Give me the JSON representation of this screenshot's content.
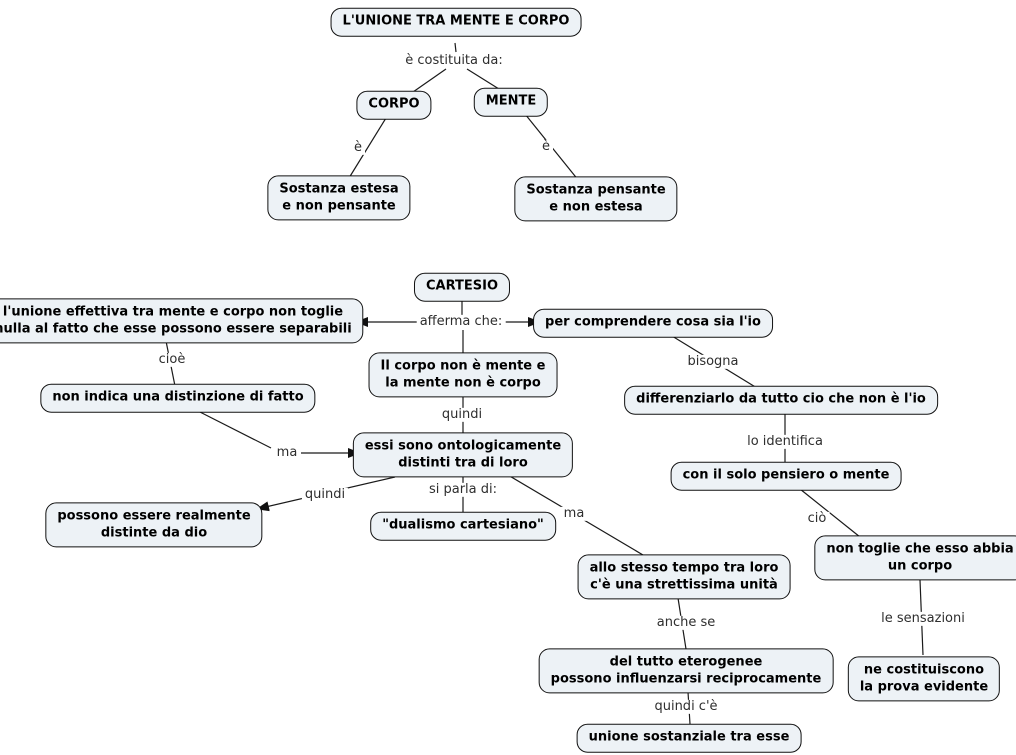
{
  "diagram": {
    "background_color": "#ffffff",
    "node_fill_color": "#edf2f6",
    "node_border_color": "#111111",
    "edge_label_color": "#2e2e2e",
    "nodes": {
      "title": {
        "text": "L'UNIONE TRA MENTE E CORPO"
      },
      "corpo": {
        "text": "CORPO"
      },
      "mente": {
        "text": "MENTE"
      },
      "sostanza_estesa": {
        "text": "Sostanza estesa\ne non pensante"
      },
      "sostanza_pensante": {
        "text": "Sostanza pensante\ne non estesa"
      },
      "cartesio": {
        "text": "CARTESIO"
      },
      "unione_effettiva": {
        "text": "l'unione effettiva tra mente e corpo non toglie\nnulla al fatto che esse possono essere separabili"
      },
      "per_comprendere": {
        "text": "per comprendere cosa sia l'io"
      },
      "corpo_non_mente": {
        "text": "Il corpo non è mente e\nla mente non è corpo"
      },
      "non_indica": {
        "text": "non indica una distinzione di fatto"
      },
      "differenziarlo": {
        "text": "differenziarlo da tutto cio che non è l'io"
      },
      "essi_sono": {
        "text": "essi sono ontologicamente\ndistinti tra di loro"
      },
      "con_solo_pensiero": {
        "text": "con il solo pensiero o mente"
      },
      "possono_distinte": {
        "text": "possono essere realmente\ndistinte da dio"
      },
      "dualismo": {
        "text": "\"dualismo cartesiano\""
      },
      "non_toglie_corpo": {
        "text": "non toglie che esso abbia\nun corpo"
      },
      "allo_stesso_tempo": {
        "text": "allo stesso tempo tra loro\nc'è una strettissima unità"
      },
      "del_tutto_eterogenee": {
        "text": "del tutto eterogenee\npossono influenzarsi reciprocamente"
      },
      "unione_sostanziale": {
        "text": "unione sostanziale tra esse"
      },
      "ne_costituiscono": {
        "text": "ne costituiscono\nla prova evidente"
      }
    },
    "edge_labels": {
      "e_costituita": {
        "text": "è costituita da:"
      },
      "e_left": {
        "text": "è"
      },
      "e_right": {
        "text": "è"
      },
      "afferma_che": {
        "text": "afferma che:"
      },
      "cioe": {
        "text": "cioè"
      },
      "ma_left": {
        "text": "ma"
      },
      "quindi_mid": {
        "text": "quindi"
      },
      "si_parla_di": {
        "text": "si parla di:"
      },
      "quindi_left": {
        "text": "quindi"
      },
      "ma_right": {
        "text": "ma"
      },
      "bisogna": {
        "text": "bisogna"
      },
      "lo_identifica": {
        "text": "lo identifica"
      },
      "cio": {
        "text": "ciò"
      },
      "anche_se": {
        "text": "anche se"
      },
      "quindi_ce": {
        "text": "quindi c'è"
      },
      "le_sensazioni": {
        "text": "le sensazioni"
      }
    }
  }
}
